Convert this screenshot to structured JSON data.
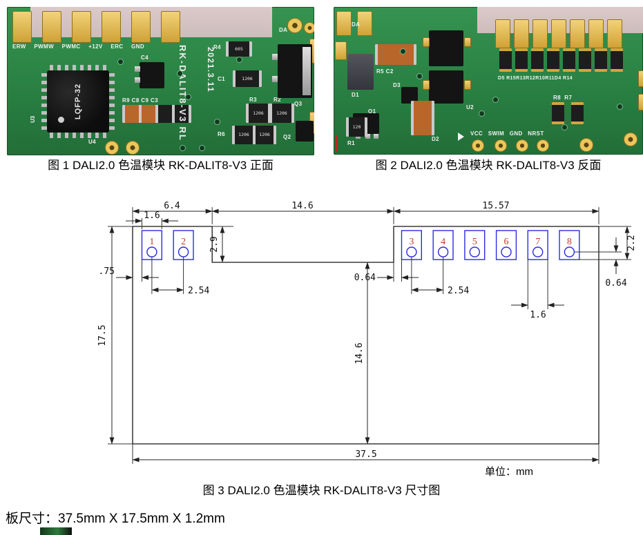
{
  "captions": {
    "fig1": "图 1 DALI2.0 色温模块 RK-DALIT8-V3  正面",
    "fig2": "图 2 DALI2.0 色温模块 RK-DALIT8-V3  反面",
    "fig3": "图 3 DALI2.0 色温模块 RK-DALIT8-V3  尺寸图",
    "board_size": "板尺寸：37.5mm X 17.5mm X 1.2mm"
  },
  "front": {
    "pin_labels": "ERW PWMW PWMC +12V ERC GND",
    "da": "DA",
    "u3": "U3",
    "u4": "U4",
    "mcu": "LQFP-32",
    "c4": "C4",
    "passives_row": "R9 C8 C9 C3",
    "r4": "R4",
    "c1": "C1",
    "r3": "R3",
    "r2": "R2",
    "r6": "R6",
    "q2": "Q2",
    "q3": "Q3",
    "code605": "605",
    "code1206": "1206",
    "board_id": "RK-DALIT8-V3 RL",
    "date": "2021.3.11"
  },
  "back": {
    "da": "DA",
    "r5c2": "R5 C2",
    "d1": "D1",
    "d3": "D3",
    "u2": "U2",
    "q1": "Q1",
    "r1": "R1",
    "d2": "D2",
    "code120": "120",
    "res_row": "D5 R15R13R12R10R11D4 R14",
    "r8r7": "R8  R7",
    "prog_pins": "VCC SWIM GND NRST"
  },
  "dims": {
    "unit": "单位：mm",
    "d64": "6.4",
    "d146": "14.6",
    "d1557": "15.57",
    "d22": "2.2",
    "d16": "1.6",
    "d29": "2.9",
    "d075": "0.75",
    "d254": "2.54",
    "d064": "0.64",
    "d175": "17.5",
    "d375": "37.5",
    "pads": [
      "1",
      "2",
      "3",
      "4",
      "5",
      "6",
      "7",
      "8"
    ],
    "board_outline_mm": {
      "width": 37.5,
      "height": 17.5,
      "step": 2.9,
      "pad_pitch": 2.54,
      "pad_width": 1.6
    }
  }
}
